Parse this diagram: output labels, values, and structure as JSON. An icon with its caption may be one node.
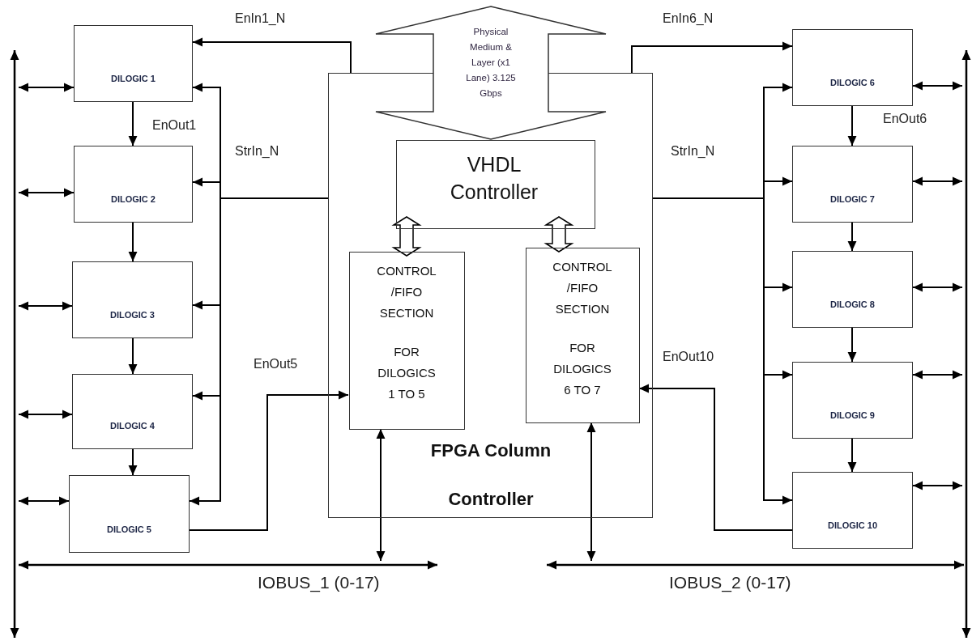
{
  "diagram": {
    "nodes": [
      {
        "text": [
          "FPGA Column Controller"
        ]
      },
      {
        "text": [
          "Physical Medium & Layer (x1 Lane) 3.125 Gbps"
        ]
      },
      {
        "text": [
          "VHDL Controller"
        ],
        "in": 0
      },
      {
        "text": [
          "CONTROL /FIFO SECTION",
          "FOR DILOGICS 1 TO 5"
        ],
        "in": 0
      },
      {
        "text": [
          "CONTROL /FIFO SECTION",
          "FOR DILOGICS 6 TO 7"
        ],
        "in": 0
      },
      {
        "text": [
          "DILOGIC 1"
        ]
      },
      {
        "text": [
          "DILOGIC 2"
        ]
      },
      {
        "text": [
          "DILOGIC 3"
        ]
      },
      {
        "text": [
          "DILOGIC 4"
        ]
      },
      {
        "text": [
          "DILOGIC 5"
        ]
      },
      {
        "text": [
          "DILOGIC 6"
        ]
      },
      {
        "text": [
          "DILOGIC 7"
        ]
      },
      {
        "text": [
          "DILOGIC 8"
        ]
      },
      {
        "text": [
          "DILOGIC 9"
        ]
      },
      {
        "text": [
          "DILOGIC 10"
        ]
      },
      {
        "text": [],
        "shape": "bar"
      },
      {
        "text": [],
        "shape": "bar",
        "beside": [
          "IOBUS_1 (0-17)"
        ]
      },
      {
        "text": [],
        "shape": "bar",
        "beside": [
          "IOBUS_2 (0-17)"
        ]
      },
      {
        "text": [],
        "shape": "bar"
      }
    ],
    "edges": [
      {
        "from": 0,
        "to": 5,
        "arrow": "to",
        "label": "EnIn1_N"
      },
      {
        "from": 0,
        "to": 5,
        "arrow": "to",
        "label": "StrIn_N"
      },
      {
        "from": 0,
        "to": 6,
        "arrow": "to"
      },
      {
        "from": 0,
        "to": 7,
        "arrow": "to"
      },
      {
        "from": 0,
        "to": 8,
        "arrow": "to"
      },
      {
        "from": 0,
        "to": 9,
        "arrow": "to"
      },
      {
        "from": 5,
        "to": 6,
        "arrow": "to",
        "label": "EnOut1"
      },
      {
        "from": 6,
        "to": 7,
        "arrow": "to"
      },
      {
        "from": 7,
        "to": 8,
        "arrow": "to"
      },
      {
        "from": 8,
        "to": 9,
        "arrow": "to"
      },
      {
        "from": 9,
        "to": 3,
        "arrow": "to",
        "label": "EnOut5"
      },
      {
        "from": 15,
        "to": 5,
        "arrow": "both"
      },
      {
        "from": 15,
        "to": 6,
        "arrow": "both"
      },
      {
        "from": 15,
        "to": 7,
        "arrow": "both"
      },
      {
        "from": 15,
        "to": 8,
        "arrow": "both"
      },
      {
        "from": 15,
        "to": 9,
        "arrow": "both"
      },
      {
        "from": 3,
        "to": 16,
        "arrow": "both"
      },
      {
        "from": 0,
        "to": 10,
        "arrow": "to",
        "label": "EnIn6_N"
      },
      {
        "from": 0,
        "to": 10,
        "arrow": "to",
        "label": "StrIn_N"
      },
      {
        "from": 0,
        "to": 11,
        "arrow": "to"
      },
      {
        "from": 0,
        "to": 12,
        "arrow": "to"
      },
      {
        "from": 0,
        "to": 13,
        "arrow": "to"
      },
      {
        "from": 0,
        "to": 14,
        "arrow": "to"
      },
      {
        "from": 10,
        "to": 11,
        "arrow": "to",
        "label": "EnOut6"
      },
      {
        "from": 11,
        "to": 12,
        "arrow": "to"
      },
      {
        "from": 12,
        "to": 13,
        "arrow": "to"
      },
      {
        "from": 13,
        "to": 14,
        "arrow": "to"
      },
      {
        "from": 14,
        "to": 4,
        "arrow": "to",
        "label": "EnOut10"
      },
      {
        "from": 18,
        "to": 10,
        "arrow": "both"
      },
      {
        "from": 18,
        "to": 11,
        "arrow": "both"
      },
      {
        "from": 18,
        "to": 12,
        "arrow": "both"
      },
      {
        "from": 18,
        "to": 13,
        "arrow": "both"
      },
      {
        "from": 18,
        "to": 14,
        "arrow": "both"
      },
      {
        "from": 4,
        "to": 17,
        "arrow": "both"
      },
      {
        "from": 2,
        "to": 3,
        "arrow": "both",
        "style": "thick"
      },
      {
        "from": 2,
        "to": 4,
        "arrow": "both",
        "style": "thick"
      }
    ]
  }
}
